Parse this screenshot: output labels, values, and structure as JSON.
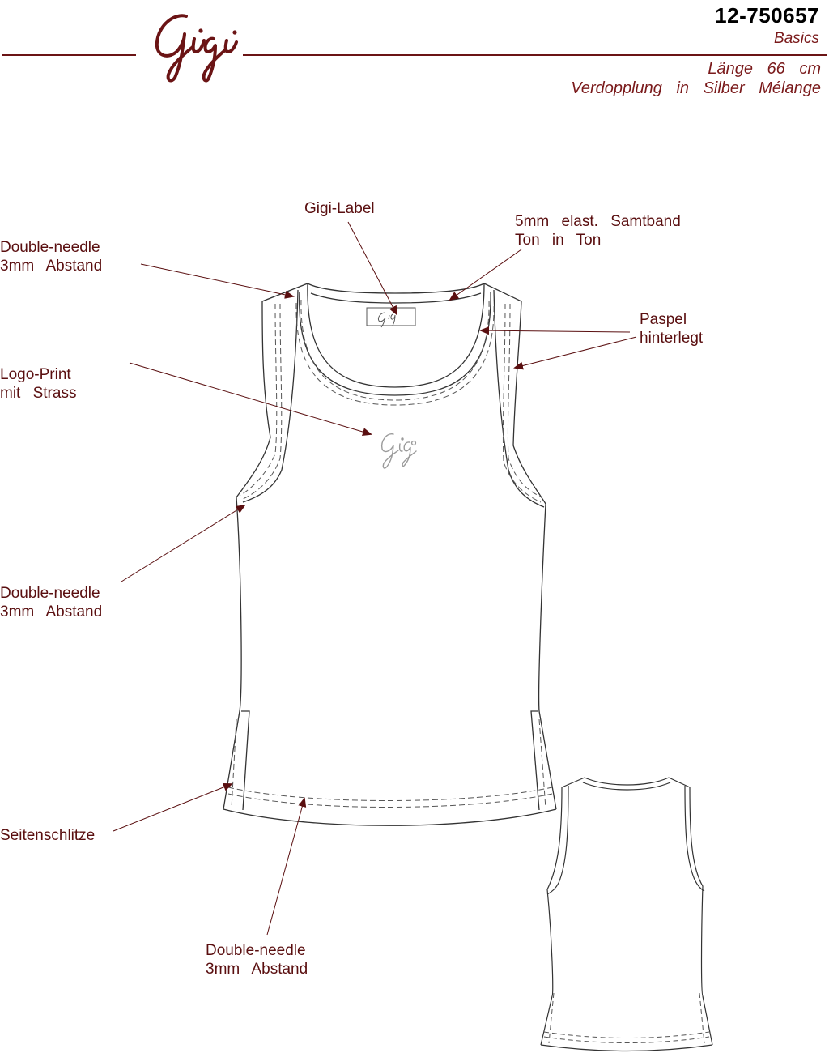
{
  "header": {
    "brand_logo_text": "Gigi",
    "article_number": "12-750657",
    "category": "Basics",
    "specs": [
      "Länge 66 cm",
      "Verdopplung in Silber Mélange"
    ]
  },
  "callouts": {
    "gigi_label": "Gigi-Label",
    "samtband_line1": "5mm elast. Samtband",
    "samtband_line2": "Ton in Ton",
    "doubleneedle_top_line1": "Double-needle",
    "doubleneedle_top_line2": "3mm Abstand",
    "paspel_line1": "Paspel",
    "paspel_line2": "hinterlegt",
    "logo_print_line1": "Logo-Print",
    "logo_print_line2": "mit Strass",
    "doubleneedle_mid_line1": "Double-needle",
    "doubleneedle_mid_line2": "3mm Abstand",
    "seitenschlitze": "Seitenschlitze",
    "doubleneedle_bottom_line1": "Double-needle",
    "doubleneedle_bottom_line2": "3mm Abstand"
  },
  "colors": {
    "brand_maroon": "#6b1415",
    "text_maroon": "#5a0f10",
    "sketch_line": "#333333",
    "logo_print_grey": "#9a9a9a"
  }
}
